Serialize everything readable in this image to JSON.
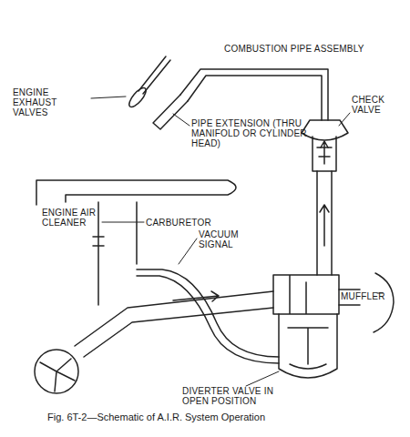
{
  "diagram": {
    "caption": "Fig. 6T-2—Schematic of A.I.R. System Operation",
    "labels": [
      "COMBUSTION PIPE ASSEMBLY",
      "ENGINE EXHAUST VALVES",
      "PIPE EXTENSION (THRU MANIFOLD OR CYLINDER HEAD)",
      "CHECK VALVE",
      "ENGINE AIR CLEANER",
      "CARBURETOR",
      "VACUUM SIGNAL",
      "MUFFLER",
      "DIVERTER VALVE IN OPEN POSITION"
    ]
  }
}
